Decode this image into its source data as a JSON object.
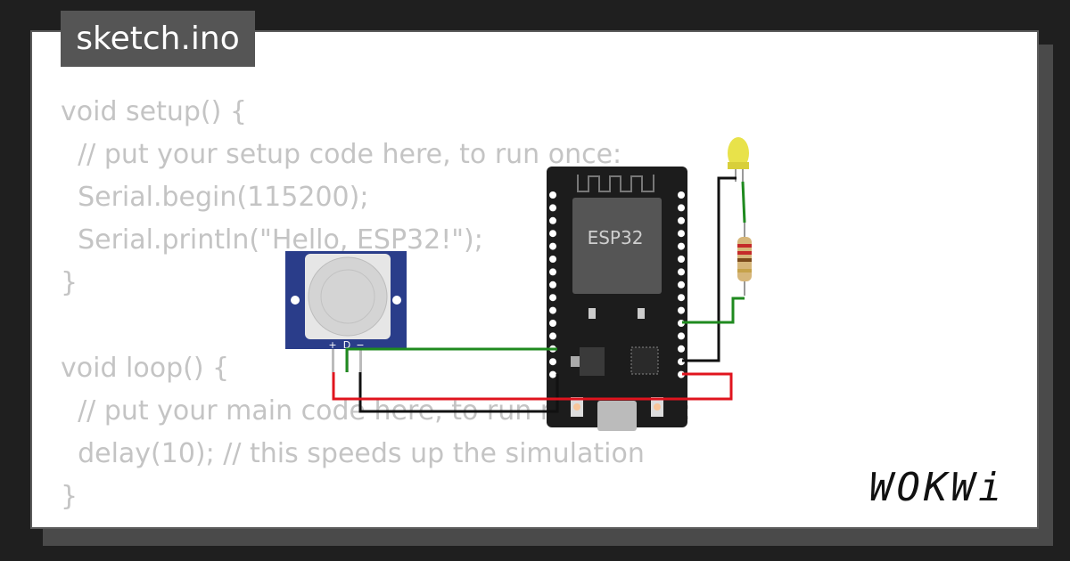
{
  "file_tab": {
    "label": "sketch.ino"
  },
  "code_lines": [
    "void setup() {",
    "  // put your setup code here, to run once:",
    "  Serial.begin(115200);",
    "  Serial.println(\"Hello, ESP32!\");",
    "}",
    "",
    "void loop() {",
    "  // put your main code here, to run repeatedly:",
    "  delay(10); // this speeds up the simulation",
    "}"
  ],
  "board": {
    "label": "ESP32"
  },
  "pir": {
    "pin_labels": [
      "+",
      "D",
      "−"
    ]
  },
  "brand": {
    "logo": "WOKWi"
  },
  "colors": {
    "wire_green": "#1f8a1f",
    "wire_black": "#111111",
    "wire_red": "#e0141e",
    "board": "#1c1c1c",
    "pir_blue": "#2a3d8a",
    "led_yellow": "#e8e24a"
  }
}
